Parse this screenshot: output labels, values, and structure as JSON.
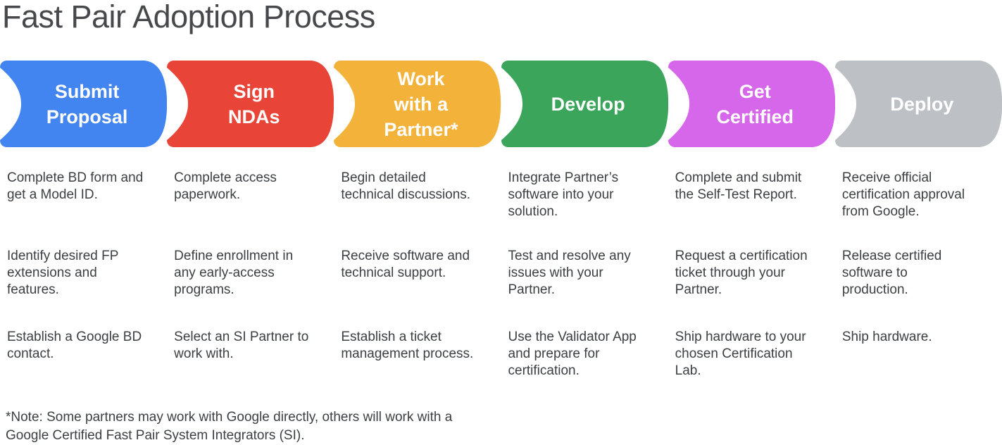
{
  "title": "Fast Pair Adoption Process",
  "footnote": "*Note: Some partners may work with Google directly, others will work with a\nGoogle Certified Fast Pair System Integrators (SI).",
  "colors": {
    "stage_blue": "#4285F0",
    "stage_red": "#E84437",
    "stage_yellow": "#F3B33B",
    "stage_green": "#3BA55C",
    "stage_magenta": "#D666EA",
    "stage_gray": "#BDC1C6",
    "stage_label_text": "#FFFFFF",
    "title_text": "#47484B",
    "body_text": "#3C4043"
  },
  "stages": [
    {
      "label": "Submit\nProposal",
      "color": "#4285F0",
      "items": [
        "Complete BD form and\nget a Model ID.",
        "Identify desired FP\nextensions and\nfeatures.",
        "Establish a Google BD\ncontact."
      ]
    },
    {
      "label": "Sign\nNDAs",
      "color": "#E84437",
      "items": [
        "Complete access\npaperwork.",
        "Define enrollment in\nany early-access\nprograms.",
        "Select an SI Partner to\nwork with."
      ]
    },
    {
      "label": "Work\nwith a\nPartner*",
      "color": "#F3B33B",
      "items": [
        "Begin detailed\ntechnical discussions.",
        "Receive software and\ntechnical support.",
        "Establish a ticket\nmanagement process."
      ]
    },
    {
      "label": "Develop",
      "color": "#3BA55C",
      "items": [
        "Integrate Partner’s\nsoftware into your\nsolution.",
        "Test and resolve any\nissues with your\nPartner.",
        "Use the Validator App\nand prepare for\ncertification."
      ]
    },
    {
      "label": "Get\nCertified",
      "color": "#D666EA",
      "items": [
        "Complete and submit\nthe Self-Test Report.",
        "Request a certification\nticket through your\nPartner.",
        "Ship hardware to your\nchosen Certification\nLab."
      ]
    },
    {
      "label": "Deploy",
      "color": "#BDC1C6",
      "items": [
        "Receive official\ncertification approval\nfrom Google.",
        "Release certified\nsoftware to\nproduction.",
        "Ship hardware."
      ]
    }
  ]
}
